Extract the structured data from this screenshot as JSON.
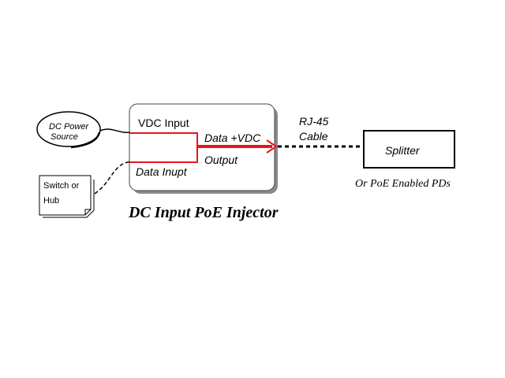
{
  "title": "DC Input PoE Injector",
  "power_source": {
    "line1": "DC Power",
    "line2": "Source"
  },
  "switch": {
    "line1": "Switch or",
    "line2": "Hub"
  },
  "injector": {
    "vdc_input": "VDC Input",
    "data_input": "Data Inupt",
    "data_vdc": "Data +VDC",
    "output": "Output"
  },
  "cable": {
    "line1": "RJ-45",
    "line2": "Cable"
  },
  "splitter": {
    "label": "Splitter",
    "caption": "Or PoE Enabled PDs"
  },
  "colors": {
    "accent": "#e8141c",
    "line": "#000000",
    "shadow": "#8a8a8a"
  }
}
